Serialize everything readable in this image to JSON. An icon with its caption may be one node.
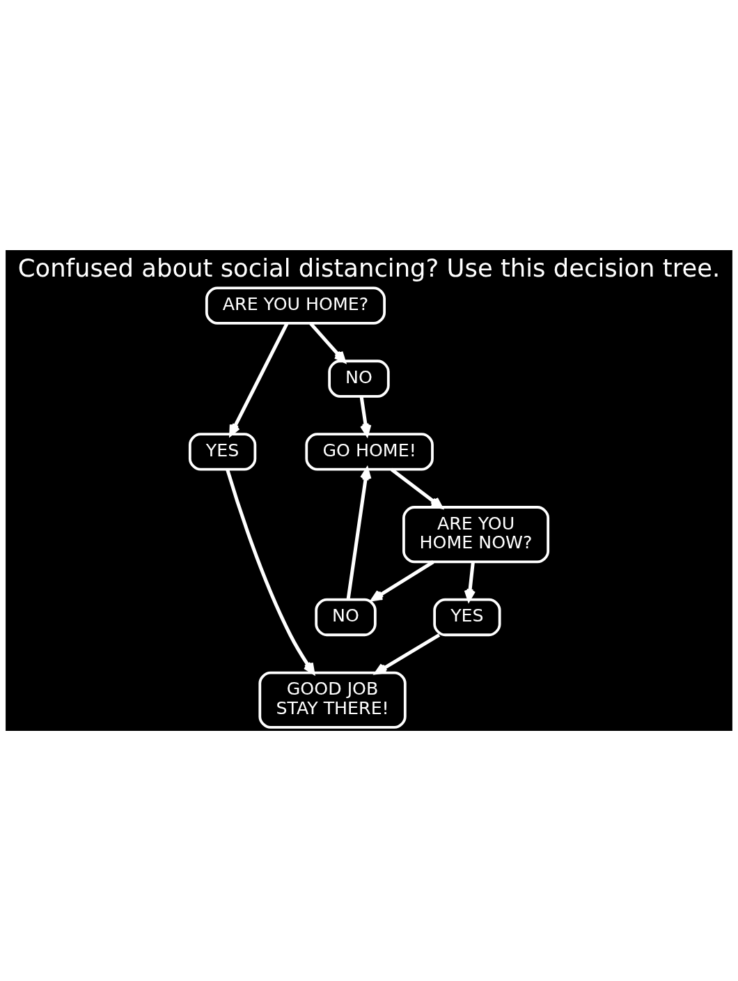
{
  "diagram": {
    "title": "Confused about social distancing? Use this decision tree.",
    "nodes": [
      {
        "text": [
          "ARE YOU HOME?"
        ]
      },
      {
        "text": [
          "YES"
        ]
      },
      {
        "text": [
          "NO"
        ]
      },
      {
        "text": [
          "GO HOME!"
        ]
      },
      {
        "text": [
          "ARE YOU HOME NOW?"
        ]
      },
      {
        "text": [
          "NO"
        ]
      },
      {
        "text": [
          "YES"
        ]
      },
      {
        "text": [
          "GOOD JOB STAY THERE!"
        ]
      }
    ],
    "edges": [
      {
        "from": 0,
        "to": 1,
        "arrow": "to"
      },
      {
        "from": 0,
        "to": 2,
        "arrow": "to"
      },
      {
        "from": 2,
        "to": 3,
        "arrow": "to"
      },
      {
        "from": 3,
        "to": 4,
        "arrow": "to"
      },
      {
        "from": 4,
        "to": 5,
        "arrow": "to"
      },
      {
        "from": 4,
        "to": 6,
        "arrow": "to"
      },
      {
        "from": 5,
        "to": 3,
        "arrow": "to"
      },
      {
        "from": 6,
        "to": 7,
        "arrow": "to"
      },
      {
        "from": 1,
        "to": 7,
        "arrow": "to"
      }
    ]
  }
}
